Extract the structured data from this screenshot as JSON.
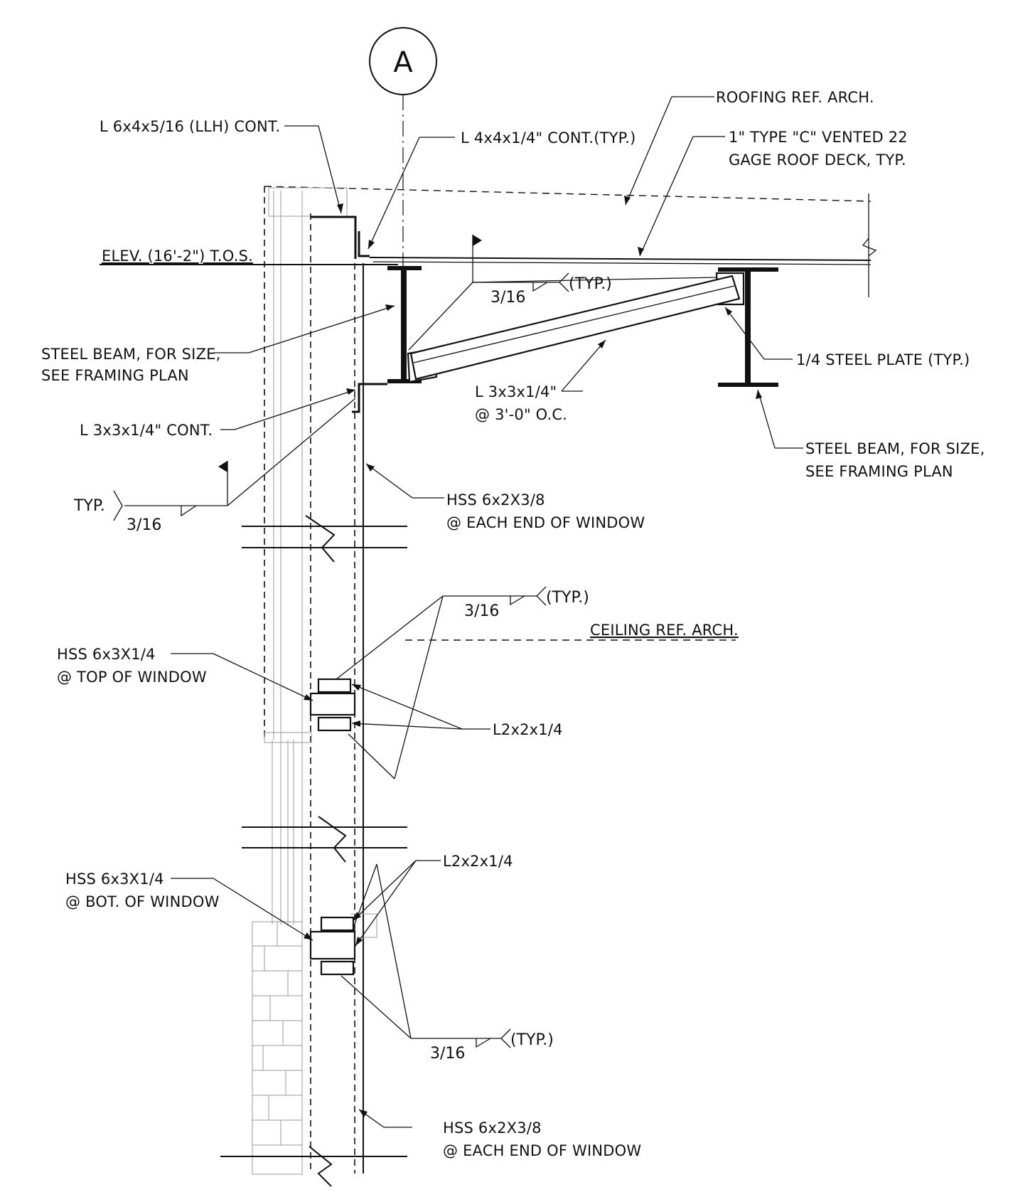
{
  "grid_bubble": "A",
  "labels": {
    "roofing": "ROOFING REF. ARCH.",
    "deck_1": "1\" TYPE \"C\" VENTED 22",
    "deck_2": "GAGE ROOF DECK, TYP.",
    "angle_llh": "L 6x4x5/16 (LLH) CONT.",
    "angle_4x4": "L 4x4x1/4\" CONT.(TYP.)",
    "elev": "ELEV. (16'-2\") T.O.S.",
    "beam_left_1": "STEEL BEAM, FOR SIZE,",
    "beam_left_2": "SEE FRAMING PLAN",
    "plate": "1/4 STEEL PLATE (TYP.)",
    "angle_3x3_cont": "L 3x3x1/4\" CONT.",
    "brace_1": "L 3x3x1/4\"",
    "brace_2": "@ 3'-0\" O.C.",
    "beam_right_1": "STEEL BEAM, FOR SIZE,",
    "beam_right_2": "SEE FRAMING PLAN",
    "hss_top_1": "HSS 6x2X3/8",
    "hss_top_2": "@ EACH END OF WINDOW",
    "ceiling": "CEILING REF. ARCH.",
    "hss_header_1": "HSS 6x3X1/4",
    "hss_header_2": "@ TOP OF WINDOW",
    "angle_l2_top": "L2x2x1/4",
    "angle_l2_bot": "L2x2x1/4",
    "hss_sill_1": "HSS 6x3X1/4",
    "hss_sill_2": "@ BOT. OF WINDOW",
    "hss_bot_1": "HSS 6x2X3/8",
    "hss_bot_2": "@ EACH END OF WINDOW"
  },
  "welds": {
    "top_size": "3/16",
    "top_note": "(TYP.)",
    "left_size": "3/16",
    "left_note": "TYP.",
    "header_size": "3/16",
    "header_note": "(TYP.)",
    "sill_size": "3/16",
    "sill_note": "(TYP.)"
  }
}
